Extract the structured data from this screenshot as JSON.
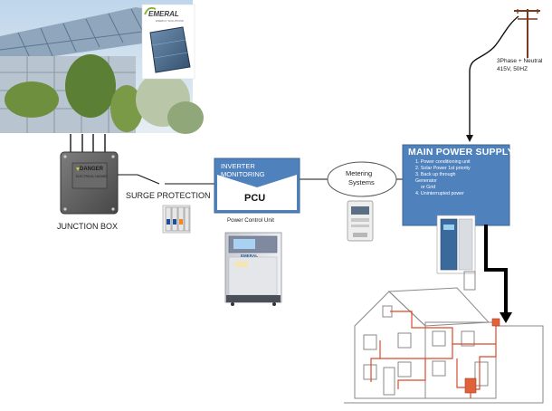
{
  "logo": {
    "text": "EMERAL",
    "subtext": "ENERGY SOLUTIONS"
  },
  "junction_box": {
    "label": "JUNCTION  BOX",
    "plate_text_1": "DANGER",
    "plate_text_2": "ELECTRICAL HAZARD"
  },
  "surge": {
    "label": "SURGE PROTECTION"
  },
  "inverter": {
    "title_line1": "INVERTER",
    "title_line2": "MONITORING",
    "pcu": "PCU",
    "caption": "Power Control Unit"
  },
  "pcu_cabinet": {
    "brand": "EMERAL"
  },
  "metering": {
    "line1": "Metering",
    "line2": "Systems"
  },
  "main_supply": {
    "title": "MAIN POWER SUPPLY",
    "items": [
      "1. Power conditioning unit",
      "2. Solar Power 1st priority",
      "3. Back up through",
      "Generator",
      "or Grid",
      "4. Uninterrupted power"
    ]
  },
  "grid": {
    "line1": "3Phase + Neutral",
    "line2": "415V, 50HZ"
  },
  "colors": {
    "panel_blue": "#4f81bd",
    "panel_border": "#3b6591",
    "connector": "#111111"
  }
}
